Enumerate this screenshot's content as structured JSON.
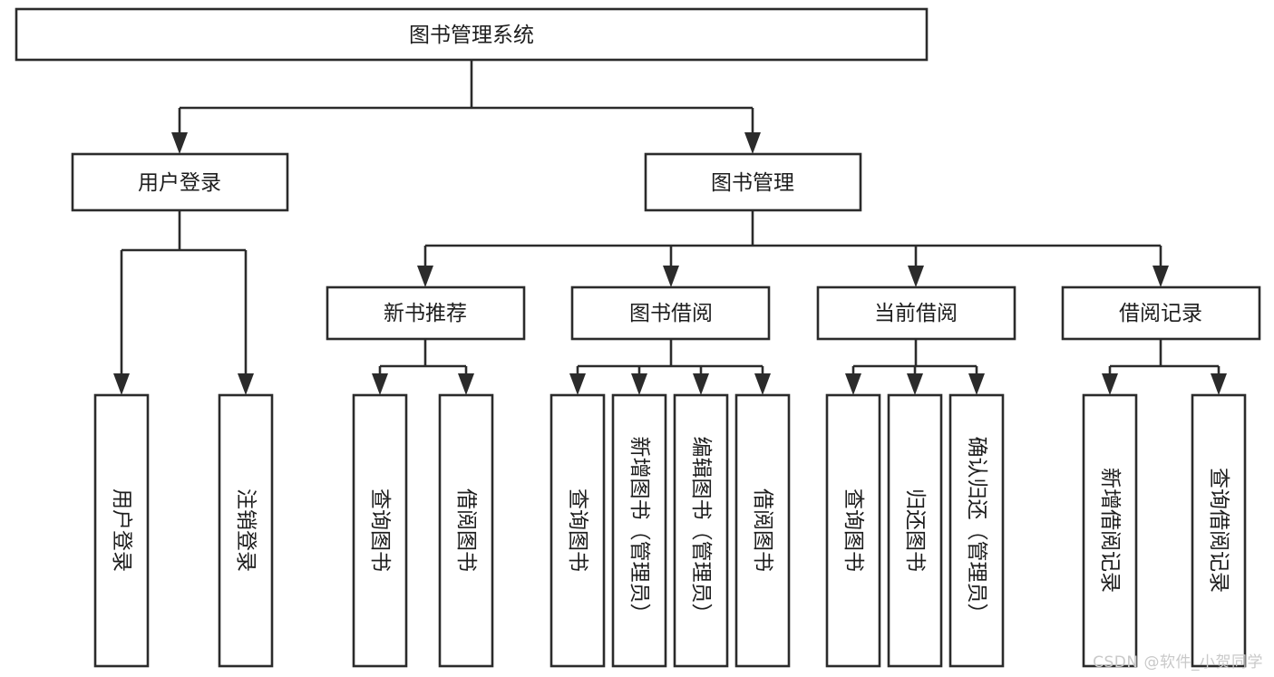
{
  "diagram": {
    "type": "tree",
    "title": "图书管理系统",
    "orientation": "top-down",
    "colors": {
      "box_stroke": "#2b2b2b",
      "box_fill": "#ffffff",
      "text": "#1d1d1d",
      "connector": "#2b2b2b",
      "watermark": "#c9c9c9",
      "background": "#ffffff"
    },
    "root": {
      "label": "图书管理系统"
    },
    "level2": [
      {
        "label": "用户登录"
      },
      {
        "label": "图书管理"
      }
    ],
    "level3": [
      {
        "label": "新书推荐"
      },
      {
        "label": "图书借阅"
      },
      {
        "label": "当前借阅"
      },
      {
        "label": "借阅记录"
      }
    ],
    "leaves": {
      "user_login": [
        {
          "label": "用户登录"
        },
        {
          "label": "注销登录"
        }
      ],
      "new_book_recommend": [
        {
          "label": "查询图书"
        },
        {
          "label": "借阅图书"
        }
      ],
      "book_borrow": [
        {
          "label": "查询图书"
        },
        {
          "label": "新增图书（管理员）"
        },
        {
          "label": "编辑图书（管理员）"
        },
        {
          "label": "借阅图书"
        }
      ],
      "current_borrow": [
        {
          "label": "查询图书"
        },
        {
          "label": "归还图书"
        },
        {
          "label": "确认归还（管理员）"
        }
      ],
      "borrow_record": [
        {
          "label": "新增借阅记录"
        },
        {
          "label": "查询借阅记录"
        }
      ]
    }
  },
  "watermark": {
    "text": "CSDN @软件_小贺同学"
  }
}
